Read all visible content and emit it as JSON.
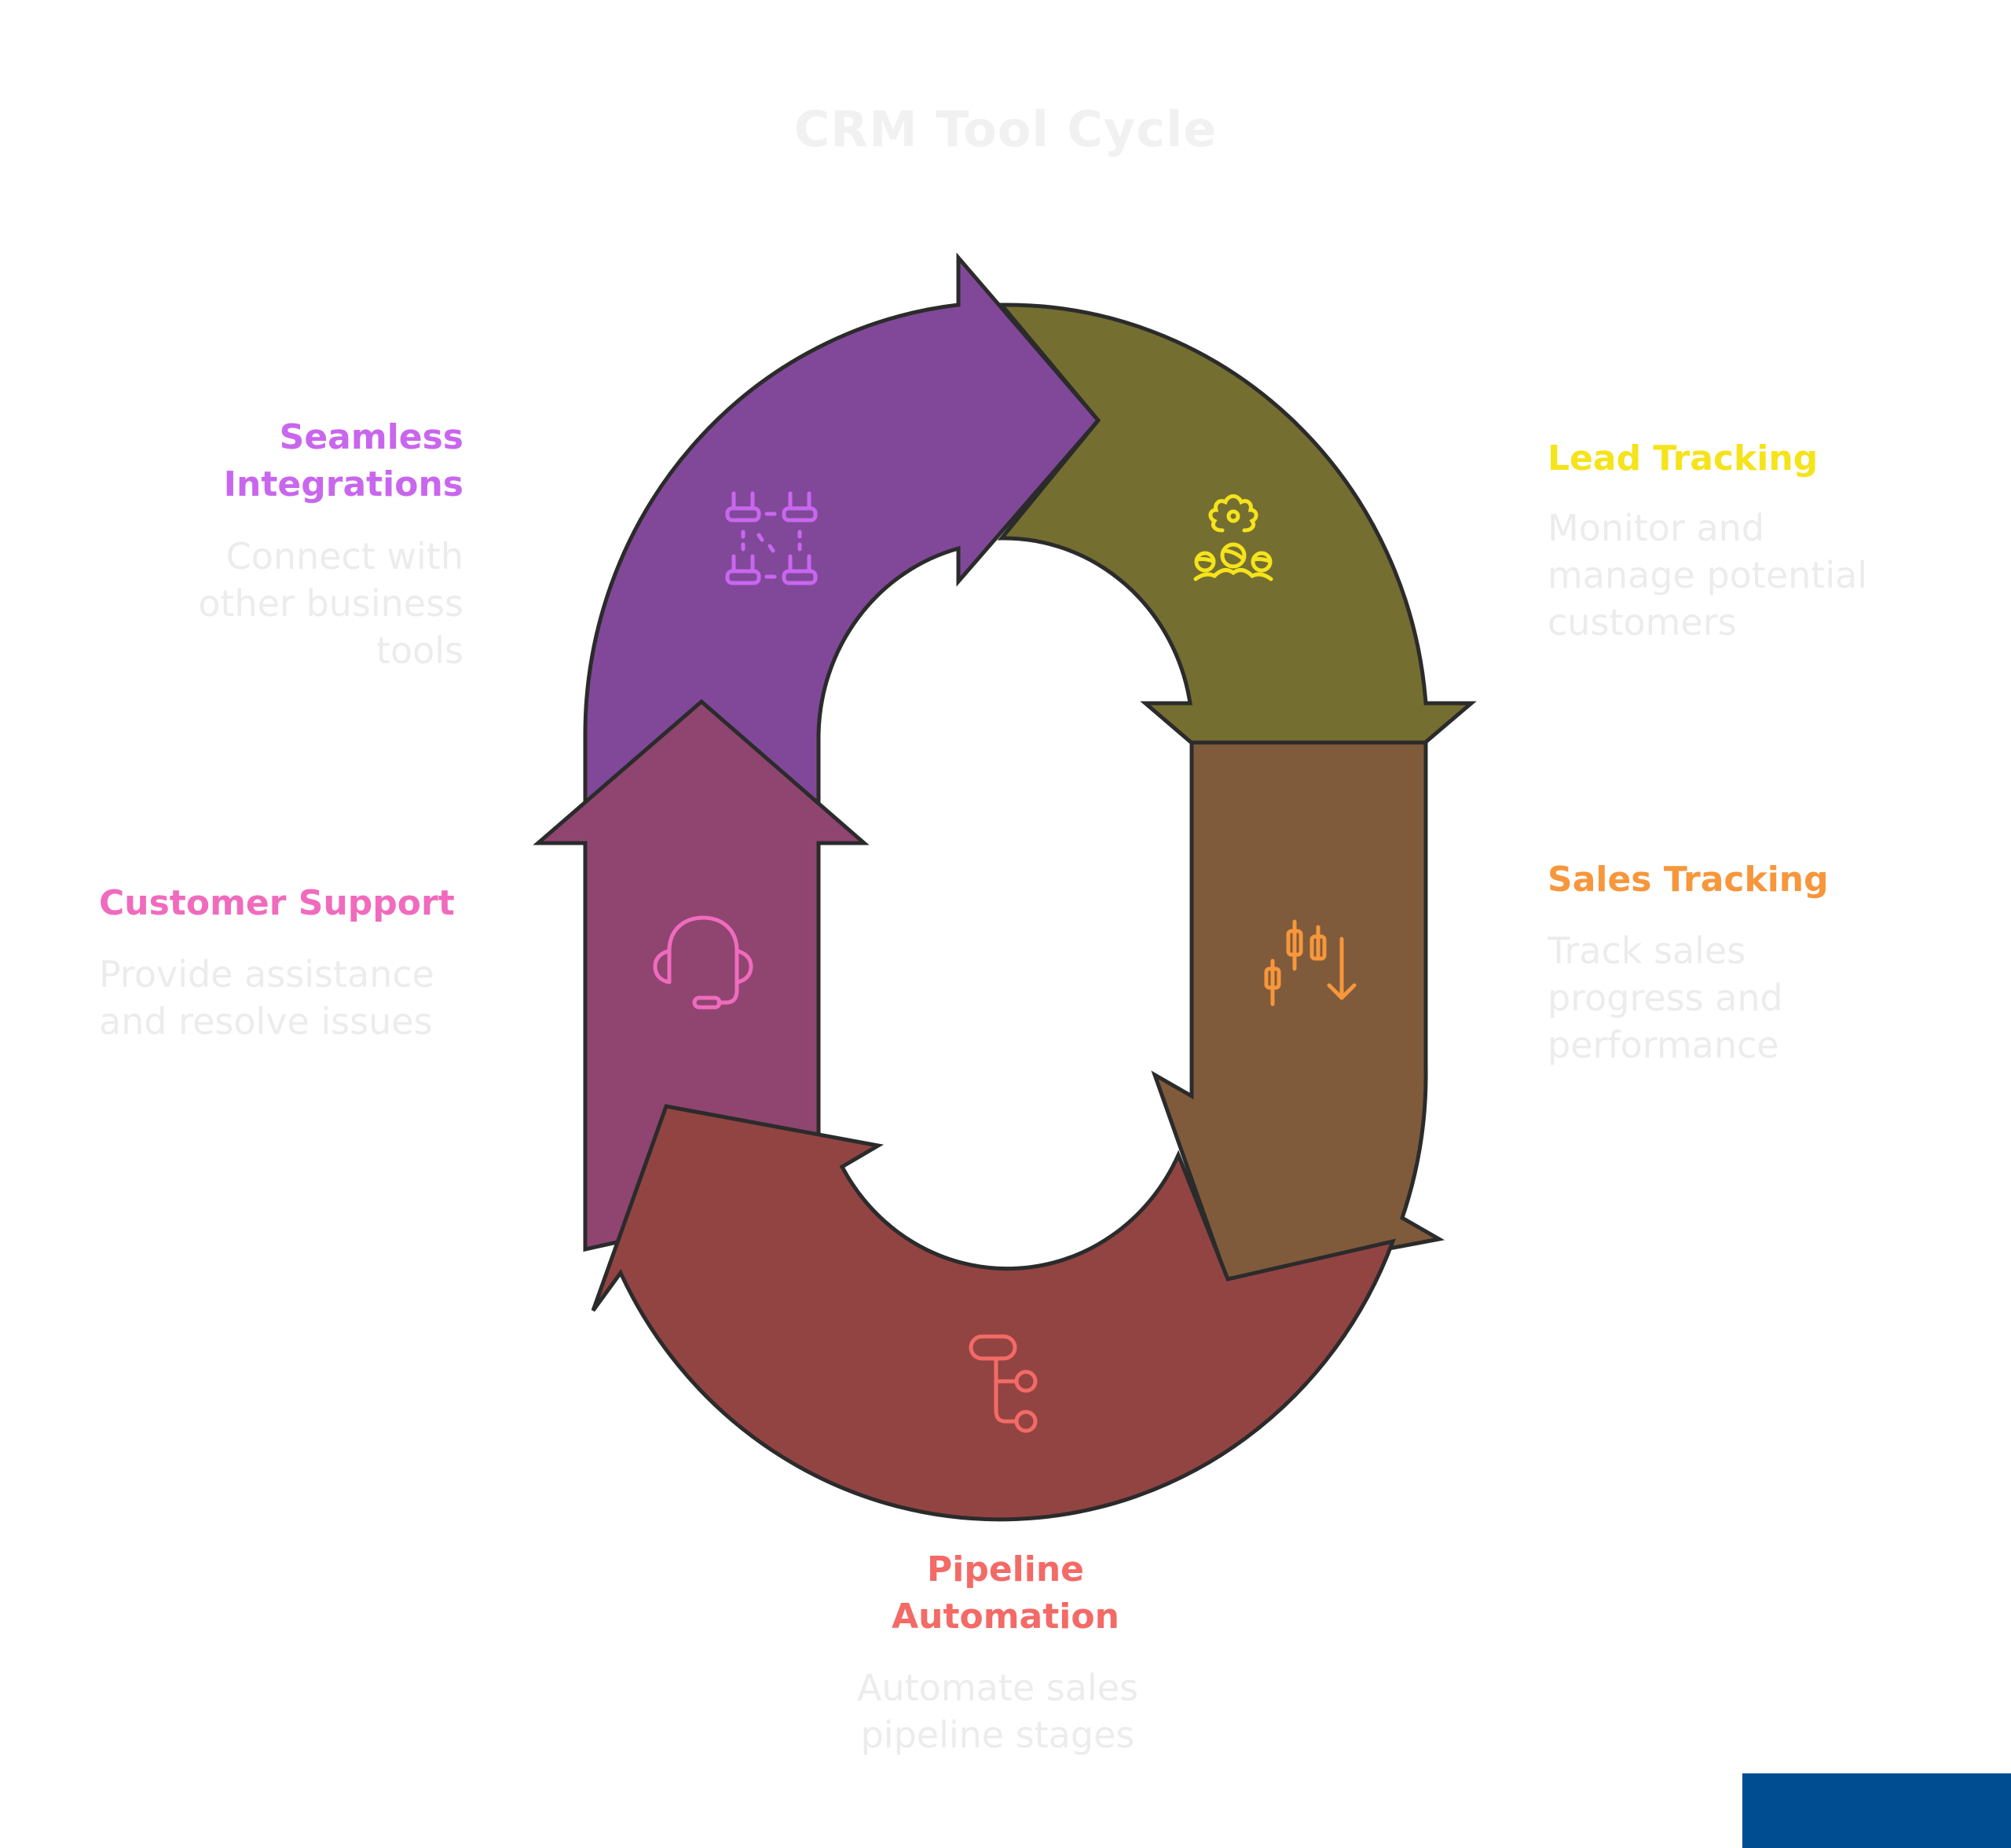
{
  "title": "CRM Tool Cycle",
  "colors": {
    "stroke": "#2b2b2b",
    "title": "#f1f1f1",
    "description": "#ececec",
    "corner_block": "#004e92"
  },
  "steps": [
    {
      "id": "seamless-integrations",
      "label_lines": [
        "Seamless",
        "Integrations"
      ],
      "description_lines": [
        "Connect with",
        "other business",
        "tools"
      ],
      "icon": "network-nodes-icon",
      "label_color": "#c966ee",
      "arrow_fill": "#814899"
    },
    {
      "id": "lead-tracking",
      "label_lines": [
        "Lead Tracking"
      ],
      "description_lines": [
        "Monitor and",
        "manage potential",
        "customers"
      ],
      "icon": "people-gear-icon",
      "label_color": "#f5e31c",
      "arrow_fill": "#756e31"
    },
    {
      "id": "sales-tracking",
      "label_lines": [
        "Sales Tracking"
      ],
      "description_lines": [
        "Track sales",
        "progress and",
        "performance"
      ],
      "icon": "candlestick-down-icon",
      "label_color": "#f7963b",
      "arrow_fill": "#7f5b3b"
    },
    {
      "id": "pipeline-automation",
      "label_lines": [
        "Pipeline",
        "Automation"
      ],
      "description_lines": [
        "Automate sales",
        "pipeline stages"
      ],
      "icon": "workflow-tree-icon",
      "label_color": "#f36a66",
      "arrow_fill": "#924442"
    },
    {
      "id": "customer-support",
      "label_lines": [
        "Customer Support"
      ],
      "description_lines": [
        "Provide assistance",
        "and resolve issues"
      ],
      "icon": "headset-icon",
      "label_color": "#f06bbd",
      "arrow_fill": "#8f4570"
    }
  ]
}
